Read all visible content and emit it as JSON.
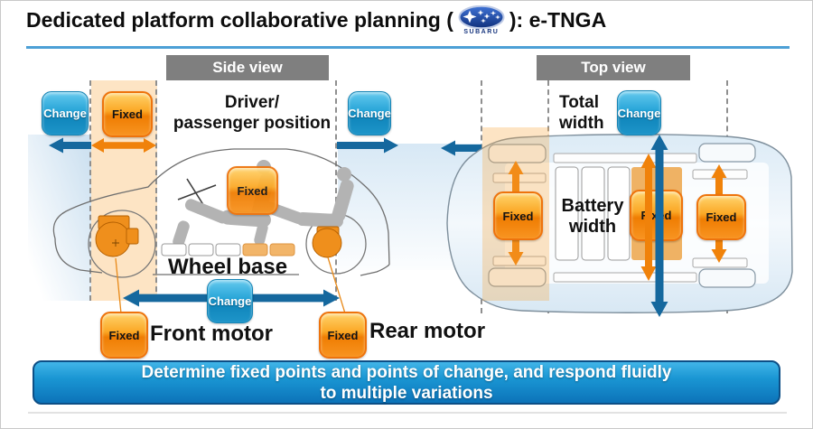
{
  "title": {
    "prefix": "Dedicated platform collaborative planning (",
    "suffix": "): e-TNGA",
    "logo_text": "SUBARU"
  },
  "badges": {
    "fixed": "Fixed",
    "change": "Change"
  },
  "side_view": {
    "header": "Side view",
    "driver_position": [
      "Driver/",
      "passenger position"
    ],
    "wheel_base": "Wheel base",
    "front_motor": "Front motor",
    "rear_motor": "Rear motor"
  },
  "top_view": {
    "header": "Top view",
    "total_width": [
      "Total",
      "width"
    ],
    "battery_width": [
      "Battery",
      "width"
    ]
  },
  "banner": {
    "line1": "Determine fixed points and points of change, and respond fluidly",
    "line2": "to multiple variations"
  },
  "colors": {
    "title_rule_blue": "#4da0d6",
    "header_gray": "#7f7f7f",
    "badge_change_blue": "#1e95c9",
    "badge_fixed_orange": "#f89421",
    "arrow_blue": "#15689e",
    "arrow_orange": "#f0820a",
    "band_orange": "#f7a63d",
    "wash_blue": "#cfe2f1",
    "banner_blue": "#1a96d3",
    "logo_blue": "#11337f"
  }
}
